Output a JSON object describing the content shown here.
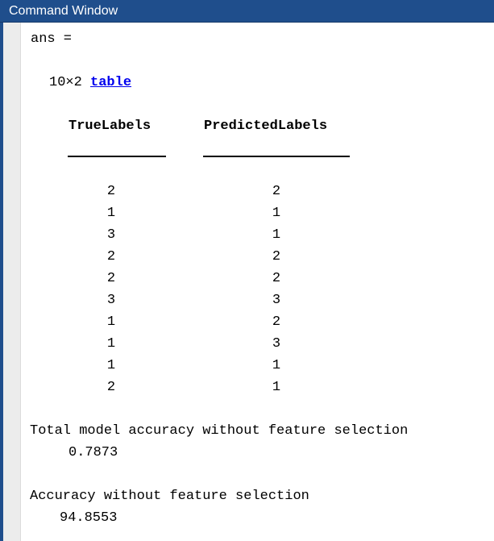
{
  "window": {
    "title": "Command Window"
  },
  "output": {
    "ans_label": "ans =",
    "table_size": "10×2",
    "table_link": "table",
    "columns": [
      "TrueLabels",
      "PredictedLabels"
    ],
    "rows": [
      [
        "2",
        "2"
      ],
      [
        "1",
        "1"
      ],
      [
        "3",
        "1"
      ],
      [
        "2",
        "2"
      ],
      [
        "2",
        "2"
      ],
      [
        "3",
        "3"
      ],
      [
        "1",
        "2"
      ],
      [
        "1",
        "3"
      ],
      [
        "1",
        "1"
      ],
      [
        "2",
        "1"
      ]
    ],
    "total_accuracy_label": "Total model accuracy without feature selection",
    "total_accuracy_value": "0.7873",
    "accuracy_label": "Accuracy without feature selection",
    "accuracy_value": "94.8553"
  }
}
